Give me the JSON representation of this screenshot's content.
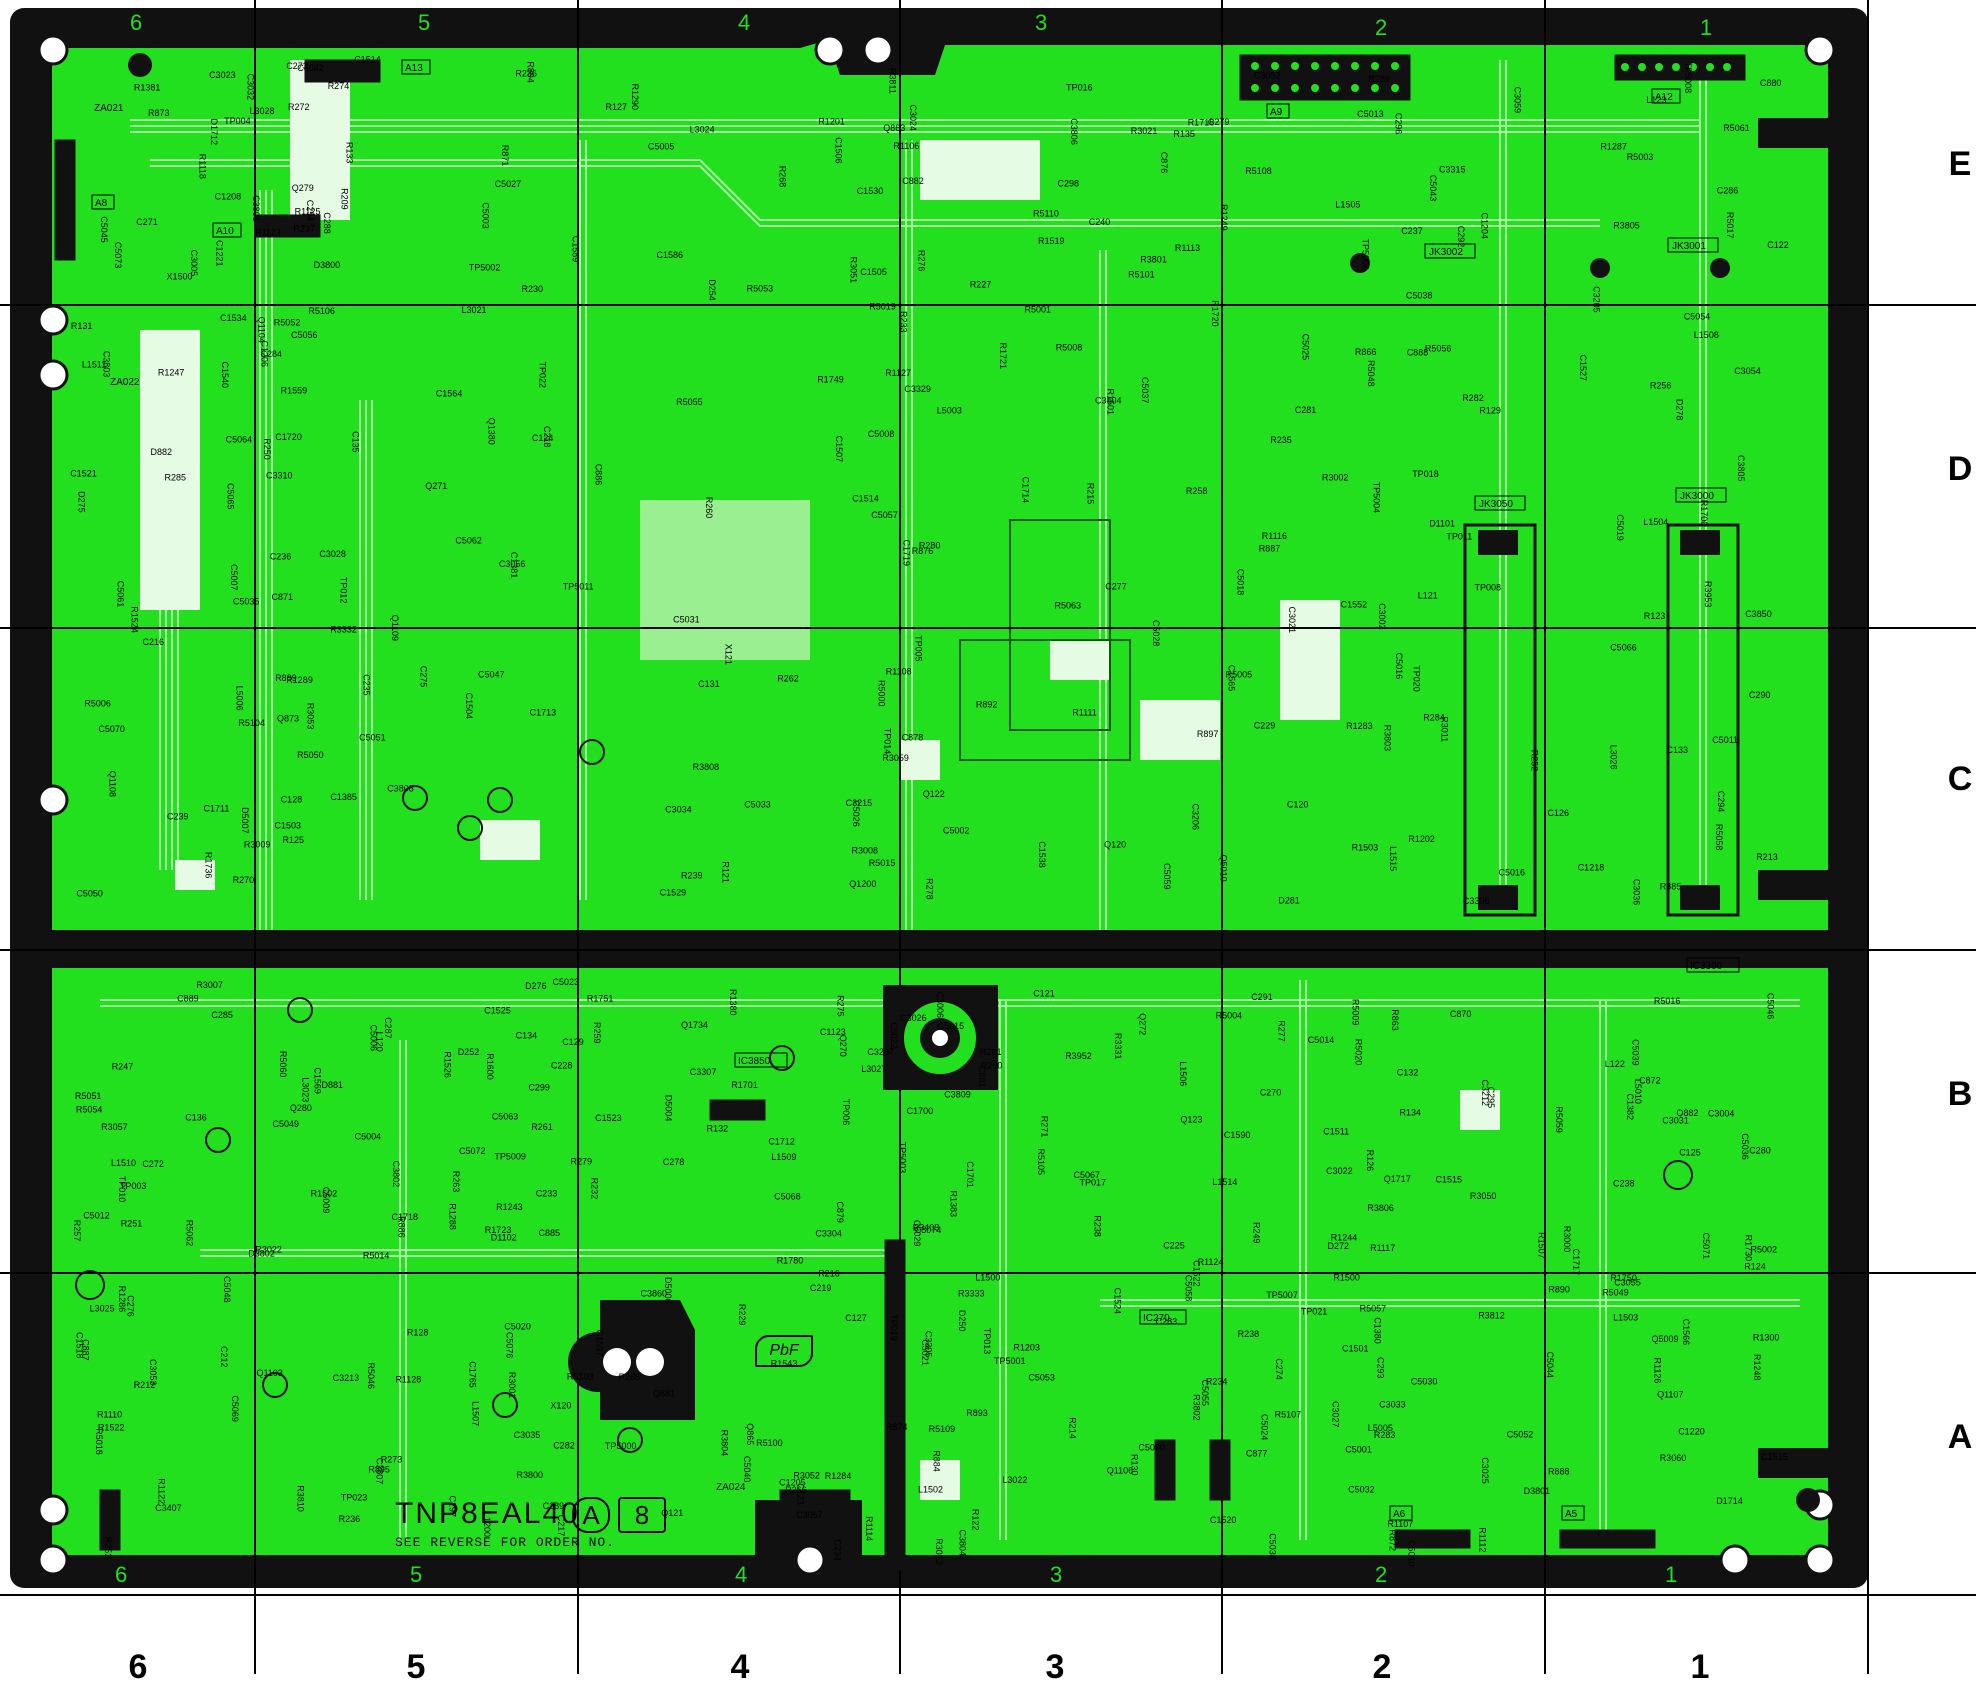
{
  "board": {
    "title": "TNP8EAL40",
    "revision_circle": "A",
    "revision_box": "8",
    "subtitle": "SEE REVERSE FOR ORDER NO.",
    "pbf_mark": "PbF"
  },
  "grid": {
    "columns_bottom": [
      "6",
      "5",
      "4",
      "3",
      "2",
      "1"
    ],
    "rows_right": [
      "E",
      "D",
      "C",
      "B",
      "A"
    ],
    "columns_top_board": [
      "6",
      "5",
      "4",
      "3",
      "2",
      "1"
    ],
    "columns_bottom_board": [
      "6",
      "5",
      "4",
      "3",
      "2",
      "1"
    ]
  },
  "colors": {
    "board_green": "#22e01e",
    "trace_light": "#a8f5a0",
    "mask_black": "#111111",
    "hole_white": "#ffffff"
  },
  "connectors": [
    {
      "ref": "JK3002",
      "label": "JK3002"
    },
    {
      "ref": "JK3001",
      "label": "JK3001"
    },
    {
      "ref": "JK3050",
      "label": "JK3050"
    },
    {
      "ref": "JK3000",
      "label": "JK3000"
    },
    {
      "ref": "A13",
      "label": "A13"
    },
    {
      "ref": "A9",
      "label": "A9"
    },
    {
      "ref": "A12",
      "label": "A12"
    },
    {
      "ref": "A8",
      "label": "A8"
    },
    {
      "ref": "A10",
      "label": "A10"
    },
    {
      "ref": "A5",
      "label": "A5"
    },
    {
      "ref": "A6",
      "label": "A6"
    },
    {
      "ref": "ZA021",
      "label": "ZA021"
    },
    {
      "ref": "ZA022",
      "label": "ZA022"
    },
    {
      "ref": "ZA024",
      "label": "ZA024"
    },
    {
      "ref": "IC3300",
      "label": "IC3300"
    },
    {
      "ref": "IC3850",
      "label": "IC3850"
    },
    {
      "ref": "IC270",
      "label": "IC270"
    }
  ],
  "refdes_labels": [
    "C1719",
    "R1723",
    "C1711",
    "C1712",
    "R1718",
    "C1765",
    "C1714",
    "C3407",
    "C1720",
    "C1718",
    "R1720",
    "R1730",
    "R1721",
    "Q1717",
    "R1736",
    "C1717",
    "C3404",
    "L1506",
    "C1506",
    "R1543",
    "L1508",
    "R3403",
    "C1507",
    "L1507",
    "C1713",
    "D1714",
    "C1552",
    "L1510",
    "C1564",
    "C1511",
    "L1511",
    "C1123",
    "C3215",
    "C3207",
    "C3205",
    "C3213",
    "C3206",
    "C3212",
    "C3023",
    "C3025",
    "C3024",
    "C3026",
    "L3021",
    "L3023",
    "R3021",
    "R3022",
    "R5006",
    "C3022",
    "C3021",
    "Q1734",
    "D1712",
    "R1751",
    "R1749",
    "R1750",
    "C1503",
    "L1502",
    "Q1200",
    "R1780",
    "R1202",
    "R1300",
    "R1201",
    "R1203",
    "R1283",
    "R1284",
    "R1247",
    "R1248",
    "R1249",
    "C1701",
    "R1700",
    "R1701",
    "C1504",
    "L1503",
    "C1204",
    "C1205",
    "C1208",
    "R1243",
    "R1290",
    "R1244",
    "R1287",
    "R1288",
    "R1289",
    "R1286",
    "C1586",
    "C1700",
    "C1218",
    "C1220",
    "C1221",
    "TP021",
    "TP022",
    "TP023",
    "TP020",
    "R3952",
    "R3953",
    "C3860",
    "R1559",
    "R1500",
    "R1501",
    "R1502",
    "R1503",
    "R1507",
    "C1527",
    "C1525",
    "C1529",
    "C1524",
    "C1530",
    "C1523",
    "R1519",
    "C1522",
    "C1521",
    "C1518",
    "C1534",
    "C1520",
    "C1514",
    "C1515",
    "C1538",
    "C1537",
    "C5037",
    "C1566",
    "C1565",
    "R1600",
    "X1500",
    "L1500",
    "C1540",
    "C1569",
    "C1206",
    "L1509",
    "C1514",
    "L1514",
    "C1505",
    "C5020",
    "C5026",
    "C5029",
    "C5016",
    "C5014",
    "C5013",
    "C5023",
    "C5025",
    "C5074",
    "C5070",
    "C5024",
    "C5011",
    "C5072",
    "C5066",
    "C5068",
    "C5051",
    "C5067",
    "C5064",
    "C5048",
    "C5050",
    "C5063",
    "C5047",
    "C5040",
    "C5042",
    "C5044",
    "C5045",
    "C5046",
    "C5062",
    "C5049",
    "C5065",
    "C5053",
    "C5054",
    "C5055",
    "C5056",
    "R5057",
    "R5058",
    "R5046",
    "R5056",
    "TP5009",
    "TP5008",
    "TP5000",
    "TP5006",
    "TP5007",
    "R5001",
    "C5001",
    "C5018",
    "C5010",
    "C5008",
    "C5009",
    "C5003",
    "C5004",
    "C5005",
    "C5006",
    "C5007",
    "C5015",
    "C5016",
    "C5021",
    "C5019",
    "C5022",
    "C5028",
    "C5030",
    "C5031",
    "C5032",
    "C5033",
    "C5034",
    "C5035",
    "C5036",
    "C5038",
    "C5039",
    "C5043",
    "C5052",
    "C5057",
    "C5069",
    "R5050",
    "R5051",
    "R5052",
    "R5049",
    "R5048",
    "R5060",
    "R5053",
    "R5054",
    "R5055",
    "R5059",
    "R5061",
    "R5062",
    "R5063",
    "L5010",
    "L5003",
    "L5005",
    "L5006",
    "Q5009",
    "Q5010",
    "R5009",
    "R5008",
    "R5105",
    "R5106",
    "R5107",
    "R5108",
    "R5109",
    "R5110",
    "R5103",
    "R5104",
    "R5100",
    "R5101",
    "R5014",
    "R5015",
    "R5016",
    "R5017",
    "R5018",
    "R5019",
    "R5020",
    "TP5011",
    "TP5003",
    "TP5004",
    "TP5001",
    "TP5002",
    "C5076",
    "C5073",
    "C5071",
    "R5000",
    "R5002",
    "R5003",
    "R5004",
    "R5005",
    "D5006",
    "D5007",
    "D5004",
    "C5002",
    "C5012",
    "C5027",
    "C5058",
    "C5059",
    "C5060",
    "C5061",
    "R3001",
    "R3002",
    "R3000",
    "R3009",
    "R3050",
    "R3051",
    "R3052",
    "R3053",
    "R3057",
    "R3059",
    "R3060",
    "R3011",
    "R3012",
    "R3008",
    "R3007",
    "C3002",
    "C3004",
    "C3005",
    "C3006",
    "C3052",
    "C3053",
    "C3054",
    "C3055",
    "C3056",
    "C3057",
    "C3059",
    "C3031",
    "C3032",
    "C3033",
    "C3034",
    "C3035",
    "C3036",
    "C3027",
    "C3028",
    "L3022",
    "L3024",
    "L3025",
    "L3026",
    "L3027",
    "L3028",
    "L1200",
    "C1589",
    "C1590",
    "TP011",
    "D3802",
    "C3805",
    "D3801",
    "D3800",
    "R3800",
    "R3801",
    "R3802",
    "R3803",
    "R3804",
    "R3805",
    "R3806",
    "R3808",
    "R3810",
    "R3811",
    "R3812",
    "C3806",
    "C3807",
    "C3803",
    "C3804",
    "C3801",
    "C3802",
    "C3808",
    "C3809",
    "R1111",
    "R1112",
    "R1113",
    "R1114",
    "R1116",
    "R1117",
    "R1118",
    "R1122",
    "R1123",
    "R1124",
    "R1125",
    "R1126",
    "R1127",
    "R1128",
    "R1106",
    "R1107",
    "R1108",
    "R1110",
    "D1101",
    "D1102",
    "L1515",
    "C1515",
    "L1505",
    "R1522",
    "R1524",
    "R1526",
    "C3850",
    "C1501",
    "L1504",
    "Q1107",
    "Q1109",
    "Q1103",
    "Q1104",
    "Q1106",
    "Q1108",
    "C1380",
    "C1381",
    "C1382",
    "C1385",
    "R1380",
    "R1381",
    "R1383",
    "Q1380",
    "C283",
    "C284",
    "C285",
    "C286",
    "C287",
    "C288",
    "C289",
    "C290",
    "C291",
    "C292",
    "C293",
    "C294",
    "C295",
    "C296",
    "C297",
    "C298",
    "C299",
    "R235",
    "R232",
    "R233",
    "R234",
    "R236",
    "R238",
    "R239",
    "R249",
    "R250",
    "R251",
    "R252",
    "R253",
    "R256",
    "R257",
    "R258",
    "R259",
    "R260",
    "R261",
    "R262",
    "R263",
    "C3310",
    "C3305",
    "C3315",
    "C3304",
    "C3306",
    "C3307",
    "C3329",
    "R3331",
    "R3332",
    "R3333",
    "C254",
    "R266",
    "C237",
    "C225",
    "R268",
    "D250",
    "D254",
    "R229",
    "R213",
    "R214",
    "R215",
    "R216",
    "R227",
    "C228",
    "C236",
    "C234",
    "C229",
    "C233",
    "C240",
    "C212",
    "R209",
    "D252",
    "D281",
    "R247",
    "TP016",
    "C870",
    "C871",
    "C872",
    "C876",
    "C877",
    "C878",
    "C879",
    "C880",
    "C881",
    "C882",
    "C885",
    "C886",
    "C887",
    "C888",
    "C889",
    "R871",
    "R872",
    "R873",
    "R874",
    "R876",
    "R884",
    "R885",
    "R886",
    "R887",
    "R888",
    "R889",
    "R890",
    "R892",
    "R893",
    "R894",
    "R895",
    "R897",
    "D881",
    "D882",
    "R863",
    "R866",
    "Q865",
    "Q873",
    "Q881",
    "Q863",
    "Q882",
    "TP012",
    "TP013",
    "TP005",
    "TP006",
    "TP008",
    "TP010",
    "TP014",
    "TP017",
    "TP018",
    "TP019",
    "TP004",
    "TP003",
    "C120",
    "C121",
    "C122",
    "C123",
    "C124",
    "C125",
    "C126",
    "C127",
    "C128",
    "C129",
    "C131",
    "C132",
    "C133",
    "C134",
    "C135",
    "C136",
    "R121",
    "R122",
    "R123",
    "R124",
    "R125",
    "R126",
    "R127",
    "R128",
    "R129",
    "R130",
    "R131",
    "R132",
    "R133",
    "R134",
    "R135",
    "L120",
    "L121",
    "L122",
    "L123",
    "X120",
    "X121",
    "Q123",
    "Q122",
    "Q121",
    "Q120",
    "C270",
    "C271",
    "C272",
    "C273",
    "C274",
    "C275",
    "C276",
    "C277",
    "C278",
    "C279",
    "C280",
    "C281",
    "C282",
    "R270",
    "R271",
    "R272",
    "R273",
    "R274",
    "R275",
    "R276",
    "R277",
    "R278",
    "R279",
    "R280",
    "R281",
    "R282",
    "R283",
    "R284",
    "R285",
    "R289",
    "R290",
    "R285",
    "D272",
    "D275",
    "D276",
    "D278",
    "Q270",
    "Q271",
    "Q272",
    "Q279",
    "Q280",
    "C216",
    "C217",
    "C218",
    "C219",
    "C235",
    "C238",
    "C239",
    "R212",
    "R230",
    "R236",
    "R237",
    "R238"
  ]
}
